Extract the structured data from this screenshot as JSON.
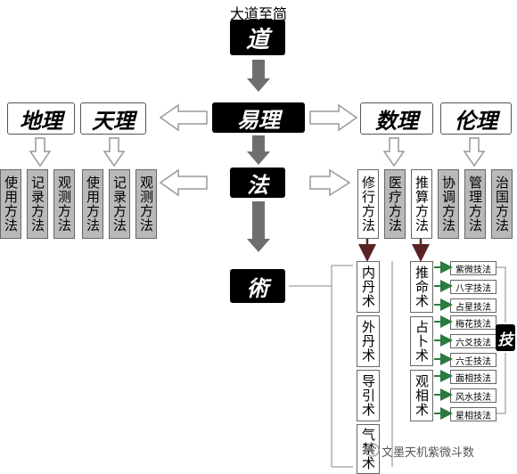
{
  "title": "大道至简",
  "dao": "道",
  "yili": "易理",
  "fa": "法",
  "shu": "術",
  "dili": "地理",
  "tianli": "天理",
  "shuli": "数理",
  "lunli": "伦理",
  "left_methods": [
    "使用方法",
    "记录方法",
    "观测方法",
    "使用方法",
    "记录方法",
    "观测方法"
  ],
  "right_methods": [
    "修行方法",
    "医疗方法",
    "推算方法",
    "协调方法",
    "管理方法",
    "治国方法"
  ],
  "xiuxing_arts": [
    "内丹术",
    "外丹术",
    "导引术",
    "气禁术"
  ],
  "tuisuan_arts": [
    "推命术",
    "占卜术",
    "观相术"
  ],
  "techniques": [
    "紫微技法",
    "八字技法",
    "占星技法",
    "梅花技法",
    "六爻技法",
    "六壬技法",
    "面相技法",
    "风水技法",
    "星相技法"
  ],
  "ji": "技",
  "watermark": "文墨天机紫微斗数",
  "colors": {
    "dark_arrow": "#6e6e6e",
    "hollow_arrow": "#999999",
    "brown_arrow": "#5a2323",
    "green_arrow": "#2b7a3f"
  }
}
